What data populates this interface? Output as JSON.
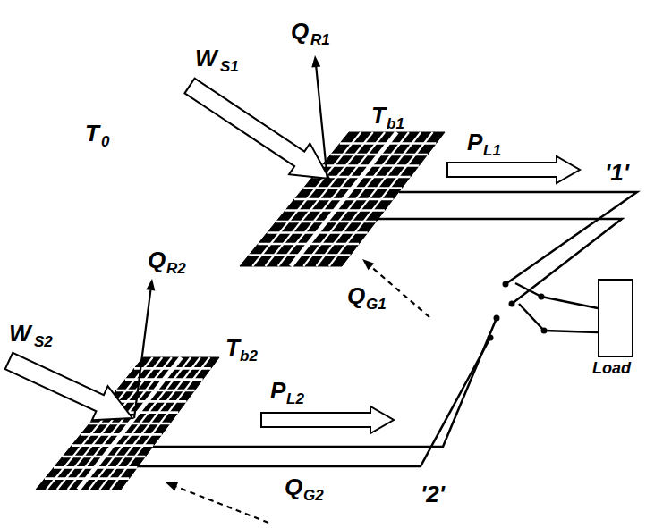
{
  "diagram": {
    "nodes": [
      {
        "text": [
          "Load"
        ]
      }
    ],
    "labels": [
      "T",
      "0",
      "W",
      "S1",
      "Q",
      "R1",
      "T",
      "b1",
      "P",
      "L1",
      "'1'",
      "Q",
      "G1",
      "Q",
      "R2",
      "W",
      "S2",
      "T",
      "b2",
      "P",
      "L2",
      "'2'",
      "Q",
      "G2"
    ]
  }
}
